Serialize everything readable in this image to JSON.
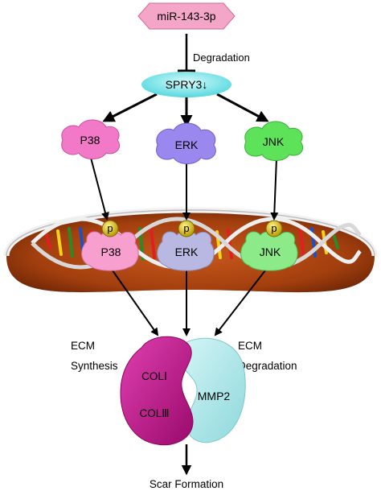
{
  "top_node": {
    "label": "miR-143-3p",
    "color": "#f4a6c8"
  },
  "inhibition": {
    "label": "Degradation"
  },
  "spry3": {
    "label": "SPRY3↓",
    "color": "#74e6ea"
  },
  "kinases": [
    {
      "label": "P38",
      "color": "#f278c8"
    },
    {
      "label": "ERK",
      "color": "#9a88ee"
    },
    {
      "label": "JNK",
      "color": "#5ee25a"
    }
  ],
  "phospho": {
    "label": "p",
    "color": "#d8c400"
  },
  "nuclear": [
    {
      "label": "P38",
      "color": "#f7a0d0"
    },
    {
      "label": "ERK",
      "color": "#b8b8e2"
    },
    {
      "label": "JNK",
      "color": "#8cea88"
    }
  ],
  "ecm_synthesis": {
    "line1": "ECM",
    "line2": "Synthesis"
  },
  "ecm_degradation": {
    "line1": "ECM",
    "line2": "Degradation"
  },
  "col_bean": {
    "label1": "COLⅠ",
    "label2": "COLⅢ",
    "color": "#c8108c"
  },
  "mmp2_bean": {
    "label": "MMP2",
    "color": "#a8e8ea"
  },
  "outcome": {
    "label": "Scar Formation"
  }
}
